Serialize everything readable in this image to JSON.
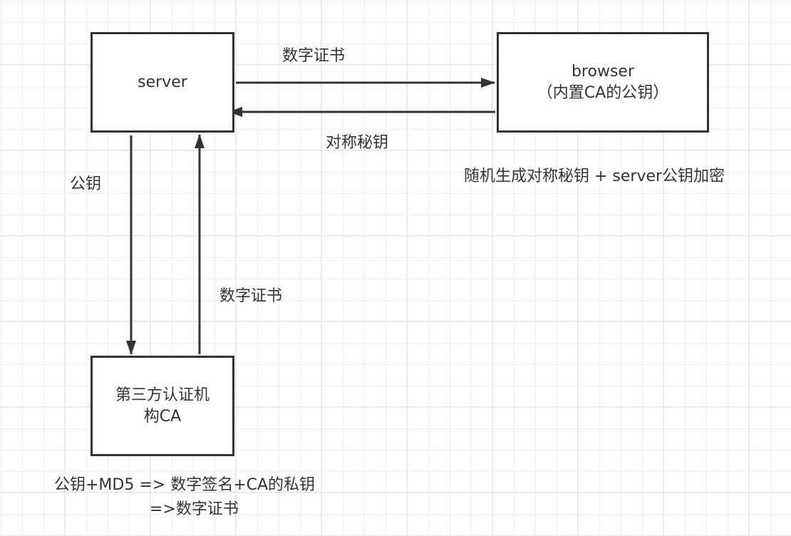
{
  "nodes": {
    "server": {
      "line1": "server"
    },
    "browser": {
      "line1": "browser",
      "line2": "（内置CA的公钥）"
    },
    "ca": {
      "line1": "第三方认证机",
      "line2": "构CA"
    }
  },
  "edges": {
    "server_to_browser": {
      "label": "数字证书"
    },
    "browser_to_server": {
      "label": "对称秘钥"
    },
    "server_to_ca": {
      "label": "公钥"
    },
    "ca_to_server": {
      "label": "数字证书"
    }
  },
  "notes": {
    "browser_note": "随机生成对称秘钥 + server公钥加密",
    "ca_note_line1": "公钥+MD5 => 数字签名+CA的私钥",
    "ca_note_line2": "=>数字证书"
  },
  "colors": {
    "stroke": "#333333",
    "background": "#ffffff",
    "grid": "#e3e3e3"
  }
}
